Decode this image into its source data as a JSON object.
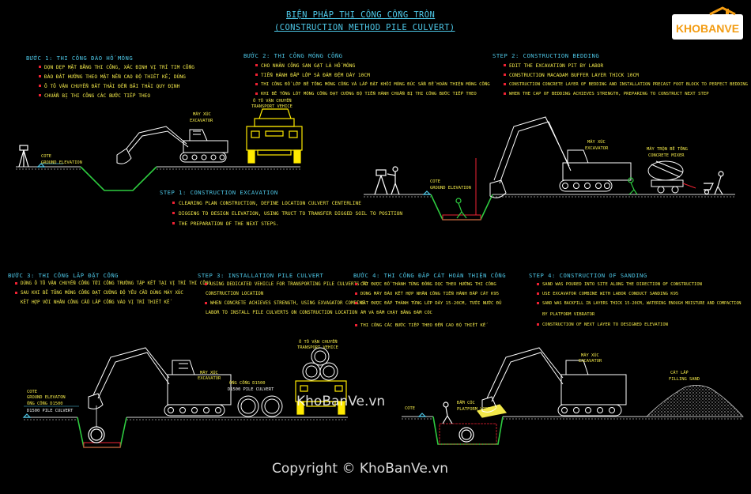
{
  "title": {
    "line1": "BIỆN PHÁP THI CÔNG CỐNG TRÒN",
    "line2": "(CONSTRUCTION METHOD PILE CULVERT)"
  },
  "logo": {
    "text": "KHOBANVE",
    "icon": "house-roof-icon",
    "color": "#f39c12"
  },
  "watermark": {
    "center": "KhoBanVe.vn",
    "copyright": "Copyright © KhoBanVe.vn"
  },
  "panels": {
    "step1_vi": {
      "heading": "BƯỚC 1: THI CÔNG ĐÀO HỐ MÓNG",
      "items": [
        "DỌN DẸP MẶT BẰNG THI CÔNG, XÁC ĐỊNH VỊ TRÍ TIM CỐNG",
        "ĐÀO ĐẤT HƯỚNG THEO MẶT NỀN CAO ĐỘ THIẾT KẾ, DÙNG",
        "Ô TÔ VẬN CHUYỂN ĐẤT THẢI ĐẾN BÃI THẢI QUY ĐỊNH",
        "CHUẨN BỊ THI CÔNG CÁC BƯỚC TIẾP THEO"
      ]
    },
    "step2_vi": {
      "heading": "BƯỚC 2: THI CÔNG MÓNG CỐNG",
      "items": [
        "CHO NHÂN CÔNG SAN GẠT LÀ HỐ MÓNG",
        "TIẾN HÀNH ĐẮP LỚP SÀ ĐÁM ĐỆM DÀY 10CM",
        "THI CÔNG ĐỔ LỚP BÊ TÔNG MÓNG CỐNG VÀ LẮP ĐẶT KHỐI MÓNG ĐÚC SẴN ĐỂ HOÀN THIỆN MÓNG CỐNG",
        "KHI BÊ TÔNG LÓT MÓNG CỐNG ĐẠT CƯỜNG ĐỘ TIẾN HÀNH CHUẨN BỊ THI CÔNG BƯỚC TIẾP THEO"
      ]
    },
    "step2_en": {
      "heading": "STEP 2: CONSTRUCTION BEDDING",
      "items": [
        "EDIT THE EXCAVATION PIT BY LABOR",
        "CONSTRUCTION MACADAM BUFFER LAYER THICK 10CM",
        "CONSTRUCTION CONCRETE LAYER OF BEDDING AND INSTALLATION PRECAST FOOT BLOCK TO PERFECT BEDDING",
        "WHEN THE CAP OF BEDDING ACHIEVES STRENGTH, PREPARING TO CONSTRUCT NEXT STEP"
      ]
    },
    "step1_en": {
      "heading": "STEP 1: CONSTRUCTION EXCAVATION",
      "items": [
        "CLEARING PLAN CONSTRUCTION, DEFINE LOCATION CULVERT CENTERLINE",
        "DIGGING TO DESIGN ELEVATION, USING TRUCT TO TRANSFER DIGGED SOIL TO POSITION",
        "THE PREPARATION OF THE NEXT STEPS."
      ]
    },
    "step3_vi": {
      "heading": "BƯỚC 3: THI CÔNG LẮP ĐẶT CỐNG",
      "items": [
        "DÙNG Ô TÔ VẬN CHUYỂN CỐNG TỚI CÔNG TRƯỜNG TẬP KẾT TẠI VỊ TRÍ THI CÔNG",
        "SAU KHI BÊ TÔNG MÓNG CỐNG ĐẠT CƯỜNG ĐỘ YÊU CẦU DÙNG MÁY XÚC",
        "KẾT HỢP VỚI NHÂN CÔNG CẨU LẮP CỐNG VÀO VỊ TRÍ THIẾT KẾ"
      ]
    },
    "step3_en": {
      "heading": "STEP 3: INSTALLATION PILE CULVERT",
      "items": [
        "USING DEDICATED VEHICLE FOR TRANSPORTING PILE CULVERTS TO",
        "CONSTRUCTION LOCATION",
        "WHEN CONCRETE ACHIEVES STRENGTH, USING EXVAGATOR COMBINE",
        "LABOR TO INSTALL PILE CULVERTS ON CONSTRUCTION LOCATION"
      ]
    },
    "step4_vi": {
      "heading": "BƯỚC 4: THI CÔNG ĐẮP CÁT HOÀN THIỆN CỐNG",
      "items": [
        "CÁT ĐƯỢC ĐỔ THÀNH TỪNG ĐỐNG DỌC THEO HƯỚNG THI CÔNG",
        "DÙNG MÁY ĐÀO KẾT HỢP NHÂN CÔNG TIẾN HÀNH ĐẮP CÁT K95",
        "CÁT ĐƯỢC ĐẮP THÀNH TỪNG LỚP DÀY 15-20CM, TƯỚI NƯỚC ĐỦ",
        "ẨM VÀ ĐẦM CHẶT BẰNG ĐẦM CÓC",
        "THI CÔNG CÁC BƯỚC TIẾP THEO ĐẾN CAO ĐỘ THIẾT KẾ"
      ]
    },
    "step4_en": {
      "heading": "STEP 4: CONSTRUCTION OF SANDING",
      "items": [
        "SAND WAS POURED INTO SITE ALONG THE DIRECTION OF CONSTRUCTION",
        "USE EXCAVATOR COMBINE WITH LABOR CONDUCT SANDING K95",
        "SAND WAS BACKFILL IN LAYERS THICK 15-20CM, WATERING ENOUGH MOISTURE AND COMPACTION",
        "BY PLATFORM VIBRATOR",
        "CONSTRUCTION OF NEXT LAYER TO DESIGNED ELEVATION"
      ]
    }
  },
  "labels": {
    "excavator_vi": "MÁY XÚC",
    "excavator_en": "EXCAVATOR",
    "truck_vi": "Ô TÔ VẬN CHUYỂN",
    "truck_en": "TRANSPORT VEHICE",
    "mixer_vi": "MÁY TRỘN BÊ TÔNG",
    "mixer_en": "CONCRETE MIXER",
    "cos": "COTE",
    "ground_elev": "GROUND ELEVATION",
    "ground_elev_b": "GROUND ELEVATON",
    "pipe_vi": "ỐNG CỐNG D1500",
    "pipe_en": "D1500 PILE CULVERT",
    "pipe_vi_b": "ỐNG CỐNG D1500",
    "pipe_en_b": "D1500 PILE CULVERT",
    "compactor_vi": "ĐẦM CÓC",
    "compactor_en": "PLATFORM VIBRATOR",
    "sand_vi": "CÁT LẤP",
    "sand_en": "FILLING SAND"
  },
  "colors": {
    "background": "#000000",
    "heading": "#4ec8e8",
    "text": "#f2e84a",
    "ground": "#2ecc40",
    "machine": "#f2f2f2",
    "bullet": "#e23333",
    "sand": "#d0d0d0",
    "logo": "#f39c12"
  }
}
